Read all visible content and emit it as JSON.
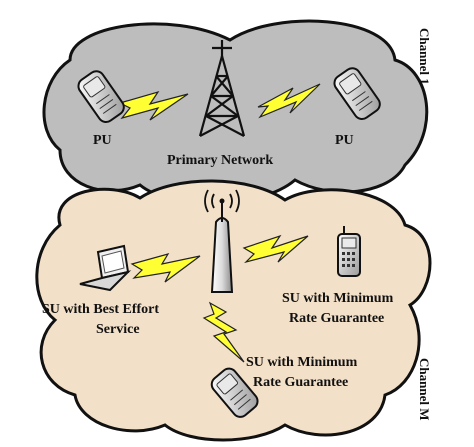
{
  "channels": {
    "top": "Channel 1",
    "bottom": "Channel M"
  },
  "primary_network": {
    "label": "Primary Network",
    "left_user": "PU",
    "right_user": "PU"
  },
  "secondary_network": {
    "best_effort_line1": "SU with Best Effort",
    "best_effort_line2": "Service",
    "min_rate_right_line1": "SU with Minimum",
    "min_rate_right_line2": "Rate Guarantee",
    "min_rate_bottom_line1": "SU with Minimum",
    "min_rate_bottom_line2": "Rate Guarantee"
  },
  "colors": {
    "cloud_top": "#bdbdbd",
    "cloud_bottom": "#f3e0c8",
    "lightning": "#ffff33",
    "outline": "#111111"
  }
}
